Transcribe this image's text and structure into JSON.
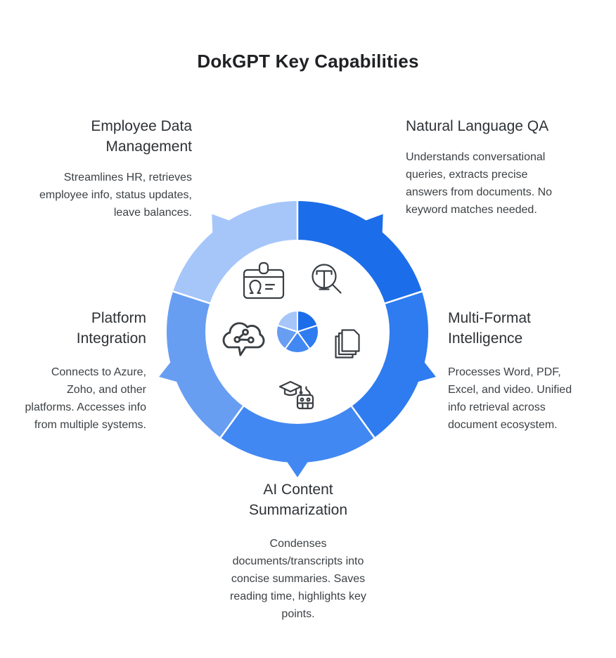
{
  "title": "DokGPT Key Capabilities",
  "capabilities": [
    {
      "id": "employee-data-management",
      "heading": "Employee Data Management",
      "body": "Streamlines HR, retrieves employee info, status updates, leave balances.",
      "icon": "id-badge-icon",
      "segment_color": "#a6c6fa"
    },
    {
      "id": "natural-language-qa",
      "heading": "Natural Language QA",
      "body": "Understands conversational queries, extracts precise answers from documents. No keyword matches needed.",
      "icon": "text-search-icon",
      "segment_color": "#1c6de9"
    },
    {
      "id": "platform-integration",
      "heading": "Platform Integration",
      "body": "Connects to Azure, Zoho, and other platforms. Accesses info from multiple systems.",
      "icon": "cloud-share-icon",
      "segment_color": "#689ef2"
    },
    {
      "id": "multi-format-intelligence",
      "heading": "Multi-Format Intelligence",
      "body": "Processes Word, PDF, Excel, and video. Unified info retrieval across document ecosystem.",
      "icon": "document-stack-icon",
      "segment_color": "#2e7cf0"
    },
    {
      "id": "ai-content-summarization",
      "heading": "AI Content Summarization",
      "body": "Condenses documents/transcripts into concise summaries. Saves reading time, highlights key points.",
      "icon": "robot-graduate-icon",
      "segment_color": "#4288f2"
    }
  ],
  "diagram": {
    "wheel_order_clockwise_from_top": [
      "natural-language-qa",
      "multi-format-intelligence",
      "ai-content-summarization",
      "platform-integration",
      "employee-data-management"
    ],
    "segment_arc_deg": 72,
    "divider_color": "#ffffff",
    "icon_stroke": "#3a3f44"
  }
}
